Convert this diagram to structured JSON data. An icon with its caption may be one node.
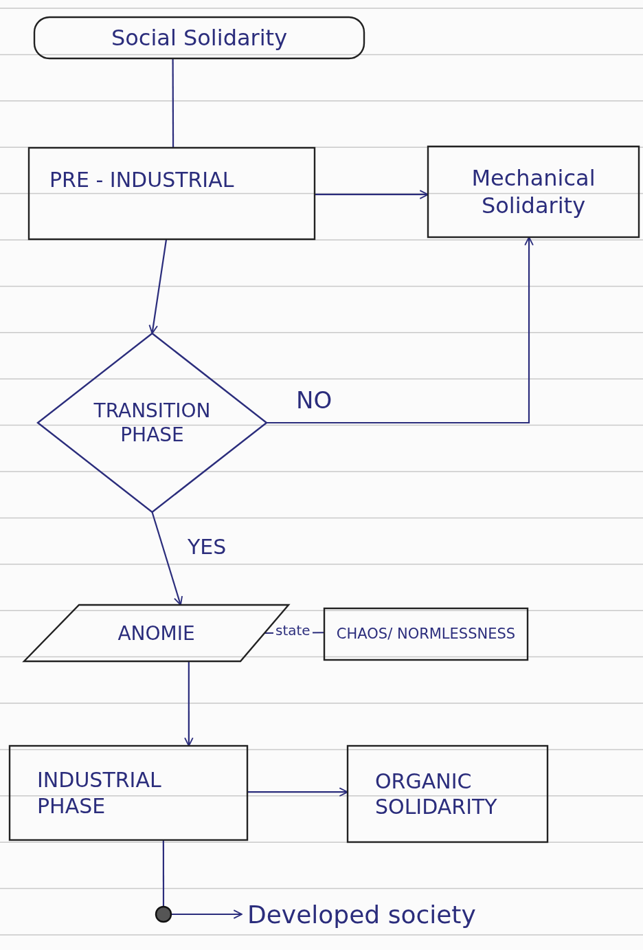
{
  "diagram": {
    "nodes": [
      {
        "text": [
          "Social Solidarity"
        ]
      },
      {
        "text": [
          "PRE - INDUSTRIAL"
        ]
      },
      {
        "text": [
          "Mechanical Solidarity"
        ]
      },
      {
        "text": [
          "TRANSITION PHASE"
        ]
      },
      {
        "text": [
          "ANOMIE"
        ]
      },
      {
        "text": [
          "CHAOS/ NORMLESSNESS"
        ]
      },
      {
        "text": [
          "INDUSTRIAL PHASE"
        ]
      },
      {
        "text": [
          "ORGANIC SOLIDARITY"
        ]
      },
      {
        "text": [],
        "shape": "circle"
      },
      {
        "text": [
          "Developed society"
        ]
      }
    ],
    "edges": [
      {
        "from": 0,
        "to": 1,
        "arrow": "none"
      },
      {
        "from": 1,
        "to": 2,
        "arrow": "to"
      },
      {
        "from": 1,
        "to": 3,
        "arrow": "to"
      },
      {
        "from": 3,
        "to": 2,
        "arrow": "to",
        "label": "NO"
      },
      {
        "from": 3,
        "to": 4,
        "arrow": "to",
        "label": "YES"
      },
      {
        "from": 4,
        "to": 5,
        "arrow": "none",
        "label": "state"
      },
      {
        "from": 4,
        "to": 6,
        "arrow": "to"
      },
      {
        "from": 6,
        "to": 7,
        "arrow": "to"
      },
      {
        "from": 6,
        "to": 8,
        "arrow": "none"
      },
      {
        "from": 8,
        "to": 9,
        "arrow": "to"
      }
    ]
  }
}
